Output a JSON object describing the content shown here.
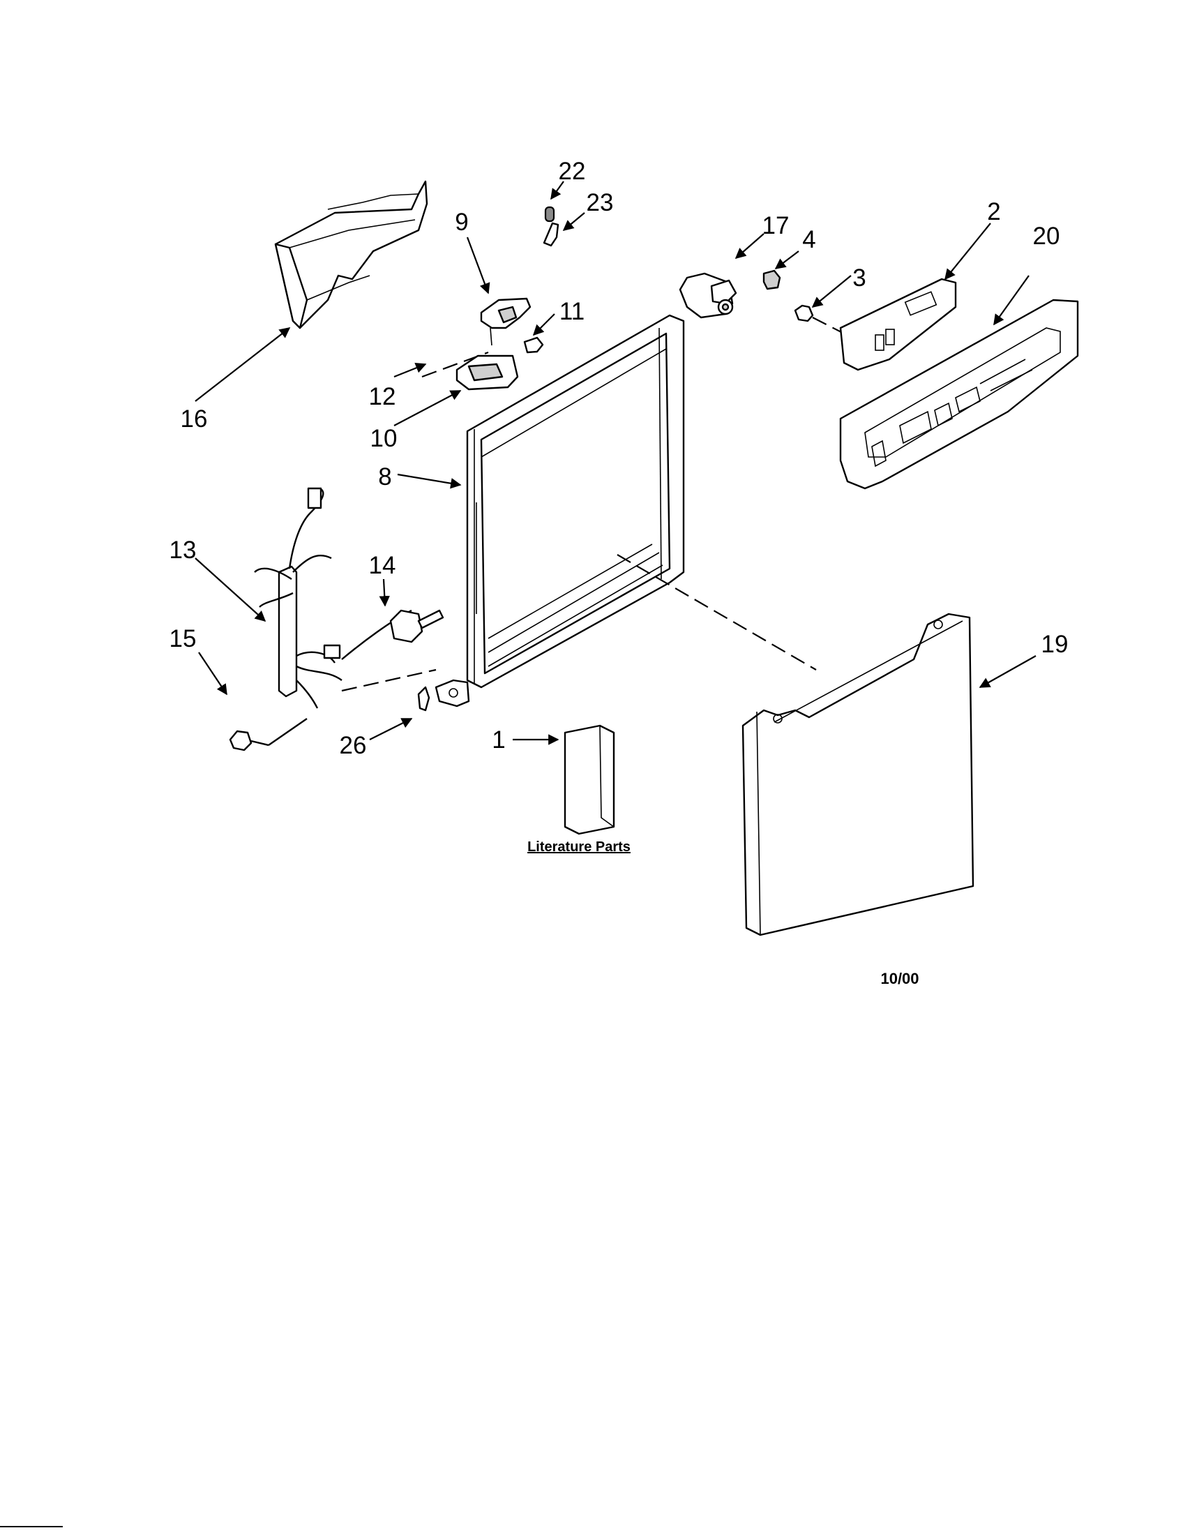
{
  "callouts": [
    {
      "id": "c22",
      "label": "22"
    },
    {
      "id": "c23",
      "label": "23"
    },
    {
      "id": "c9",
      "label": "9"
    },
    {
      "id": "c17",
      "label": "17"
    },
    {
      "id": "c4",
      "label": "4"
    },
    {
      "id": "c2",
      "label": "2"
    },
    {
      "id": "c20",
      "label": "20"
    },
    {
      "id": "c3",
      "label": "3"
    },
    {
      "id": "c11",
      "label": "11"
    },
    {
      "id": "c12",
      "label": "12"
    },
    {
      "id": "c16",
      "label": "16"
    },
    {
      "id": "c10",
      "label": "10"
    },
    {
      "id": "c8",
      "label": "8"
    },
    {
      "id": "c13",
      "label": "13"
    },
    {
      "id": "c14",
      "label": "14"
    },
    {
      "id": "c15",
      "label": "15"
    },
    {
      "id": "c19",
      "label": "19"
    },
    {
      "id": "c26",
      "label": "26"
    },
    {
      "id": "c1",
      "label": "1"
    }
  ],
  "literature_label": "Literature Parts",
  "date_code": "10/00",
  "colors": {
    "ink": "#000000",
    "paper": "#ffffff",
    "shade": "#cfcfcf"
  }
}
